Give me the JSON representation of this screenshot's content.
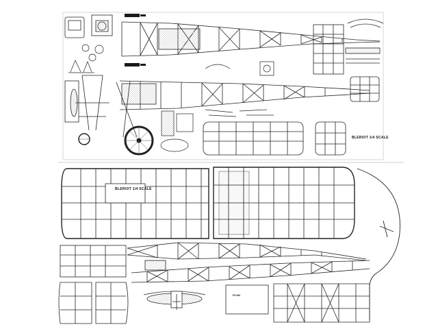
{
  "drawing": {
    "sheet_top_title": "BLERIOT 1/4 SCALE",
    "sheet_bottom_title": "BLERIOT 1/4 SCALE",
    "small_stamp": "PLAN"
  },
  "colors": {
    "ink": "#1a1a1a",
    "paper": "#ffffff",
    "hatch": "#888888",
    "light": "#cccccc"
  }
}
